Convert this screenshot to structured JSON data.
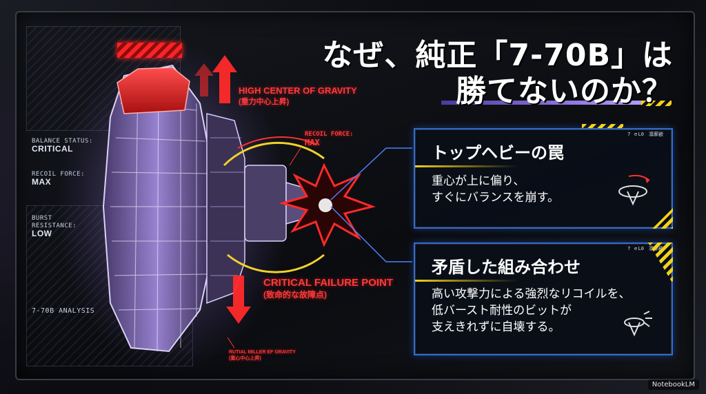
{
  "title": {
    "line1": "なぜ、純正「7-70B」は",
    "line2": "勝てないのか？"
  },
  "hud": {
    "balance_label": "BALANCE STATUS:",
    "balance_value": "CRITICAL",
    "recoil_label": "RECOIL FORCE:",
    "recoil_value": "MAX",
    "burst_label1": "BURST",
    "burst_label2": "RESISTANCE:",
    "burst_value": "LOW",
    "analysis": "7-70B ANALYSIS"
  },
  "callouts": {
    "high_cog_en": "HIGH CENTER OF GRAVITY",
    "high_cog_jp": "(重力中心上昇)",
    "recoil_label": "RECOIL FORCE:",
    "recoil_value": "MAX",
    "failure_en": "CRITICAL FAILURE POINT",
    "failure_jp": "(致命的な故障点)",
    "lower_en": "RUTIAL MILLER EF GRAVITY",
    "lower_jp": "(重心中心上昇)"
  },
  "cards": [
    {
      "title": "トップヘビーの罠",
      "lines": [
        "重心が上に偏り、",
        "すぐにバランスを崩す。"
      ],
      "tag": "7 ｅL0　凛廓嵌"
    },
    {
      "title": "矛盾した組み合わせ",
      "lines": [
        "高い攻撃力による強烈なリコイルを、",
        "低バースト耐性のビットが",
        "支えきれずに自壊する。"
      ],
      "tag": "7 ｅL0　凛廓嵌"
    }
  ],
  "badge": "NotebookLM",
  "colors": {
    "accent_red": "#ff2a2a",
    "card_border": "#2f6bd8",
    "stripe_yellow": "#f3d21a",
    "violet": "#b49aff"
  }
}
